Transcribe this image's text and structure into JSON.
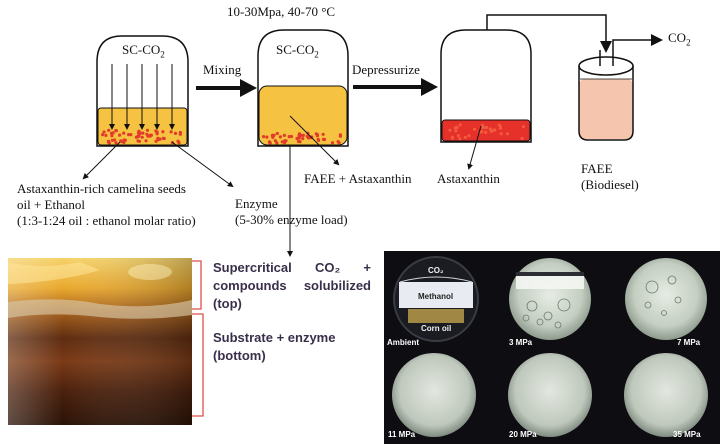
{
  "conditions": "10-30Mpa, 40-70 °C",
  "vessel_label": "SC-CO",
  "vessel_label_sub": "2",
  "step_mixing": "Mixing",
  "step_depressurize": "Depressurize",
  "co2_out": "CO",
  "co2_out_sub": "2",
  "left_label_lines": [
    "Astaxanthin-rich camelina seeds",
    "oil + Ethanol",
    "(1:3-1:24 oil : ethanol molar ratio)"
  ],
  "enzyme_label_lines": [
    "Enzyme",
    "(5-30% enzyme load)"
  ],
  "faee_astax_label": "FAEE + Astaxanthin",
  "astax_label": "Astaxanthin",
  "faee_label_lines": [
    "FAEE",
    "(Biodiesel)"
  ],
  "phase_top_lines": [
    "Supercritical CO₂ +",
    "compounds solubilized",
    "(top)"
  ],
  "phase_bottom_lines": [
    "Substrate + enzyme",
    "(bottom)"
  ],
  "ambient_inner": {
    "co2": "CO₂",
    "methanol": "Methanol",
    "corn_oil": "Corn oil"
  },
  "pressure_panels": [
    "Ambient",
    "3 MPa",
    "7 MPa",
    "11 MPa",
    "20 MPa",
    "35 MPa"
  ],
  "colors": {
    "oil_yellow": "#f5c242",
    "seed_red": "#e23b2a",
    "astax_red": "#e5312a",
    "faee_pink": "#f6c5ad",
    "bracket_red": "#e0504a",
    "panel_bg": "#0d0d12"
  }
}
